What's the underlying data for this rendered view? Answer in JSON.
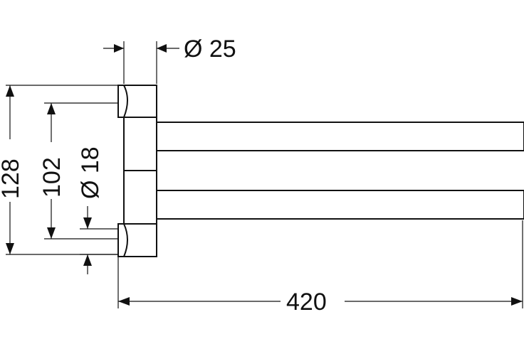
{
  "dimensions": {
    "diameter_top": "Ø 25",
    "overall_height": "128",
    "mount_spacing": "102",
    "diameter_side": "Ø 18",
    "overall_length": "420"
  },
  "colors": {
    "line": "#111111",
    "background": "#ffffff"
  }
}
